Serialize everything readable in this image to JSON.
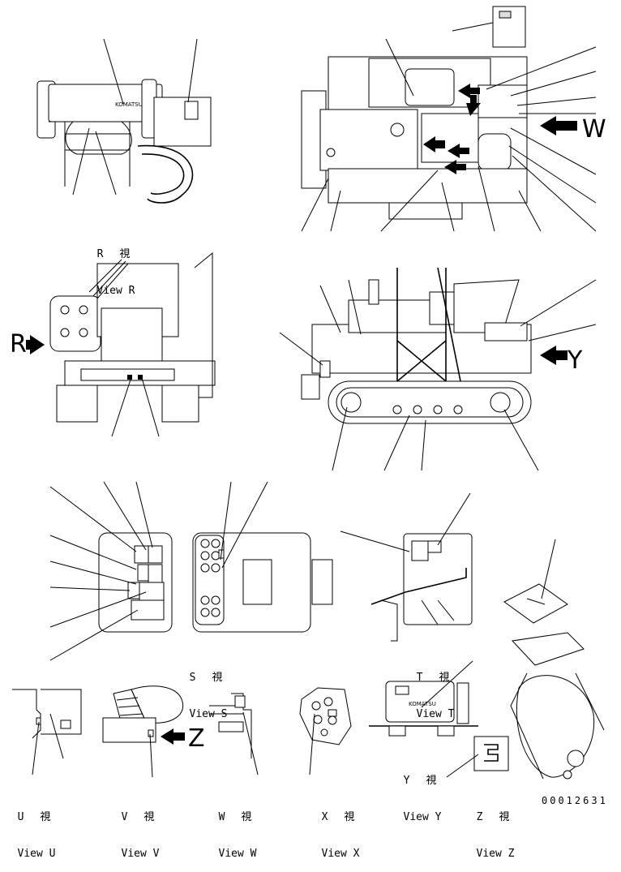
{
  "views": {
    "r": {
      "jp": "R 視",
      "en": "View R"
    },
    "s": {
      "jp": "S 視",
      "en": "View S"
    },
    "t": {
      "jp": "T 視",
      "en": "View T"
    },
    "u": {
      "jp": "U 視",
      "en": "View U"
    },
    "v": {
      "jp": "V 視",
      "en": "View V"
    },
    "w": {
      "jp": "W 視",
      "en": "View W"
    },
    "x": {
      "jp": "X 視",
      "en": "View X"
    },
    "y": {
      "jp": "Y 視",
      "en": "View Y"
    },
    "z": {
      "jp": "Z 視",
      "en": "View Z"
    }
  },
  "arrow_labels": {
    "r": "R",
    "w": "W",
    "y": "Y",
    "z": "Z"
  },
  "drawing_number": "00012631",
  "decal_text": "KOMATSU"
}
